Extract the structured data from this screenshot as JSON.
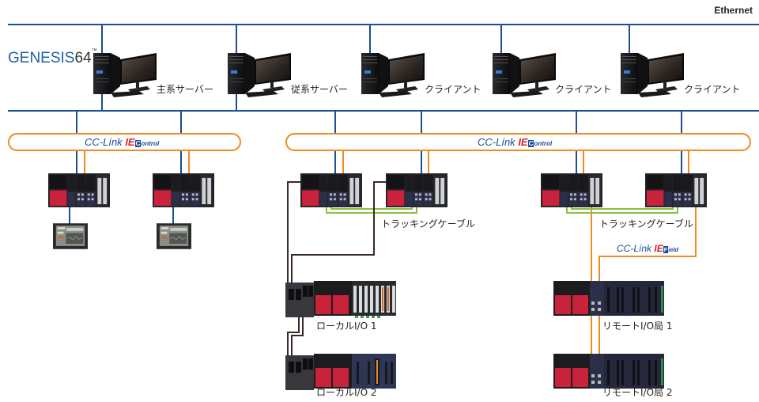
{
  "network": {
    "ethernet_label": "Ethernet",
    "brand": {
      "name_blue": "GENESIS",
      "name_dark": "64",
      "mark": "™"
    },
    "computers": [
      {
        "label": "主系サーバー"
      },
      {
        "label": "従系サーバー"
      },
      {
        "label": "クライアント"
      },
      {
        "label": "クライアント"
      },
      {
        "label": "クライアント"
      }
    ],
    "cclink_control_left": {
      "cc": "CC-Línk",
      "ie": "IE",
      "box": "C",
      "sub": "ontrol"
    },
    "cclink_control_right": {
      "cc": "CC-Línk",
      "ie": "IE",
      "box": "C",
      "sub": "ontrol"
    },
    "cclink_field": {
      "cc": "CC-Línk",
      "ie": "IE",
      "box": "F",
      "sub": "ield"
    },
    "tracking_cable_left": "トラッキングケーブル",
    "tracking_cable_right": "トラッキングケーブル",
    "local_io_1": "ローカルI/O 1",
    "local_io_2": "ローカルI/O 2",
    "remote_io_1": "リモートI/O局 1",
    "remote_io_2": "リモートI/O局 2",
    "colors": {
      "ethernet": "#1d4f91",
      "cclink_control": "#f08c1e",
      "tracking": "#8cbf3f",
      "local_bus": "#3a2a24",
      "plc_red": "#c8233a",
      "plc_dark": "#1e1e22"
    }
  }
}
